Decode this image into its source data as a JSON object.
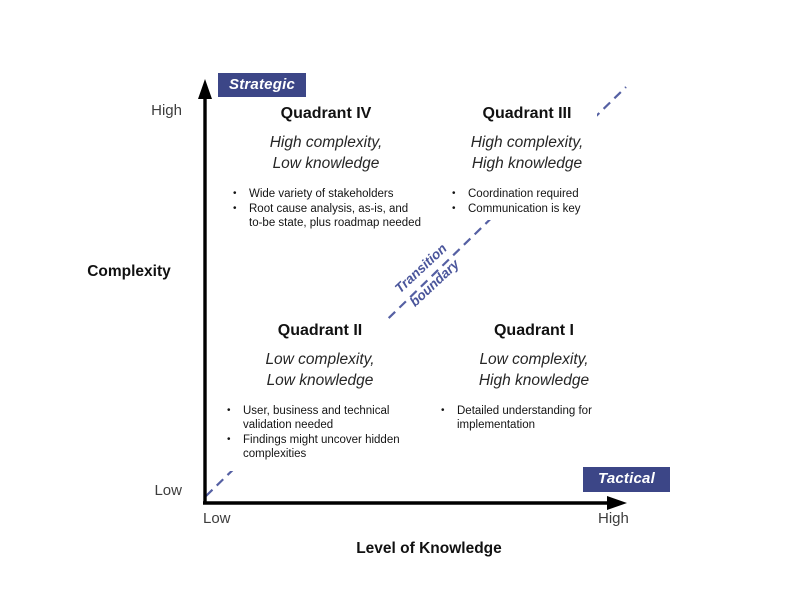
{
  "colors": {
    "badge_bg": "#3c4687",
    "dash_line": "#5560a3",
    "transition_text": "#4a559b",
    "axis": "#000000"
  },
  "badges": {
    "strategic": "Strategic",
    "tactical": "Tactical"
  },
  "y_axis": {
    "title": "Complexity",
    "top_label": "High",
    "bottom_label": "Low"
  },
  "x_axis": {
    "title": "Level of Knowledge",
    "left_label": "Low",
    "right_label": "High"
  },
  "transition_label": {
    "line1": "Transition",
    "line2": "boundary"
  },
  "quadrants": {
    "q4": {
      "title": "Quadrant IV",
      "subtitle_line1": "High complexity,",
      "subtitle_line2": "Low knowledge",
      "bullets": [
        "Wide variety of stakeholders",
        "Root cause analysis, as-is, and to-be state, plus roadmap needed"
      ]
    },
    "q3": {
      "title": "Quadrant III",
      "subtitle_line1": "High complexity,",
      "subtitle_line2": "High knowledge",
      "bullets": [
        "Coordination required",
        "Communication is key"
      ]
    },
    "q2": {
      "title": "Quadrant II",
      "subtitle_line1": "Low complexity,",
      "subtitle_line2": "Low knowledge",
      "bullets": [
        "User, business and technical validation needed",
        "Findings might uncover hidden complexities"
      ]
    },
    "q1": {
      "title": "Quadrant I",
      "subtitle_line1": "Low complexity,",
      "subtitle_line2": "High knowledge",
      "bullets": [
        "Detailed understanding for implementation"
      ]
    }
  }
}
